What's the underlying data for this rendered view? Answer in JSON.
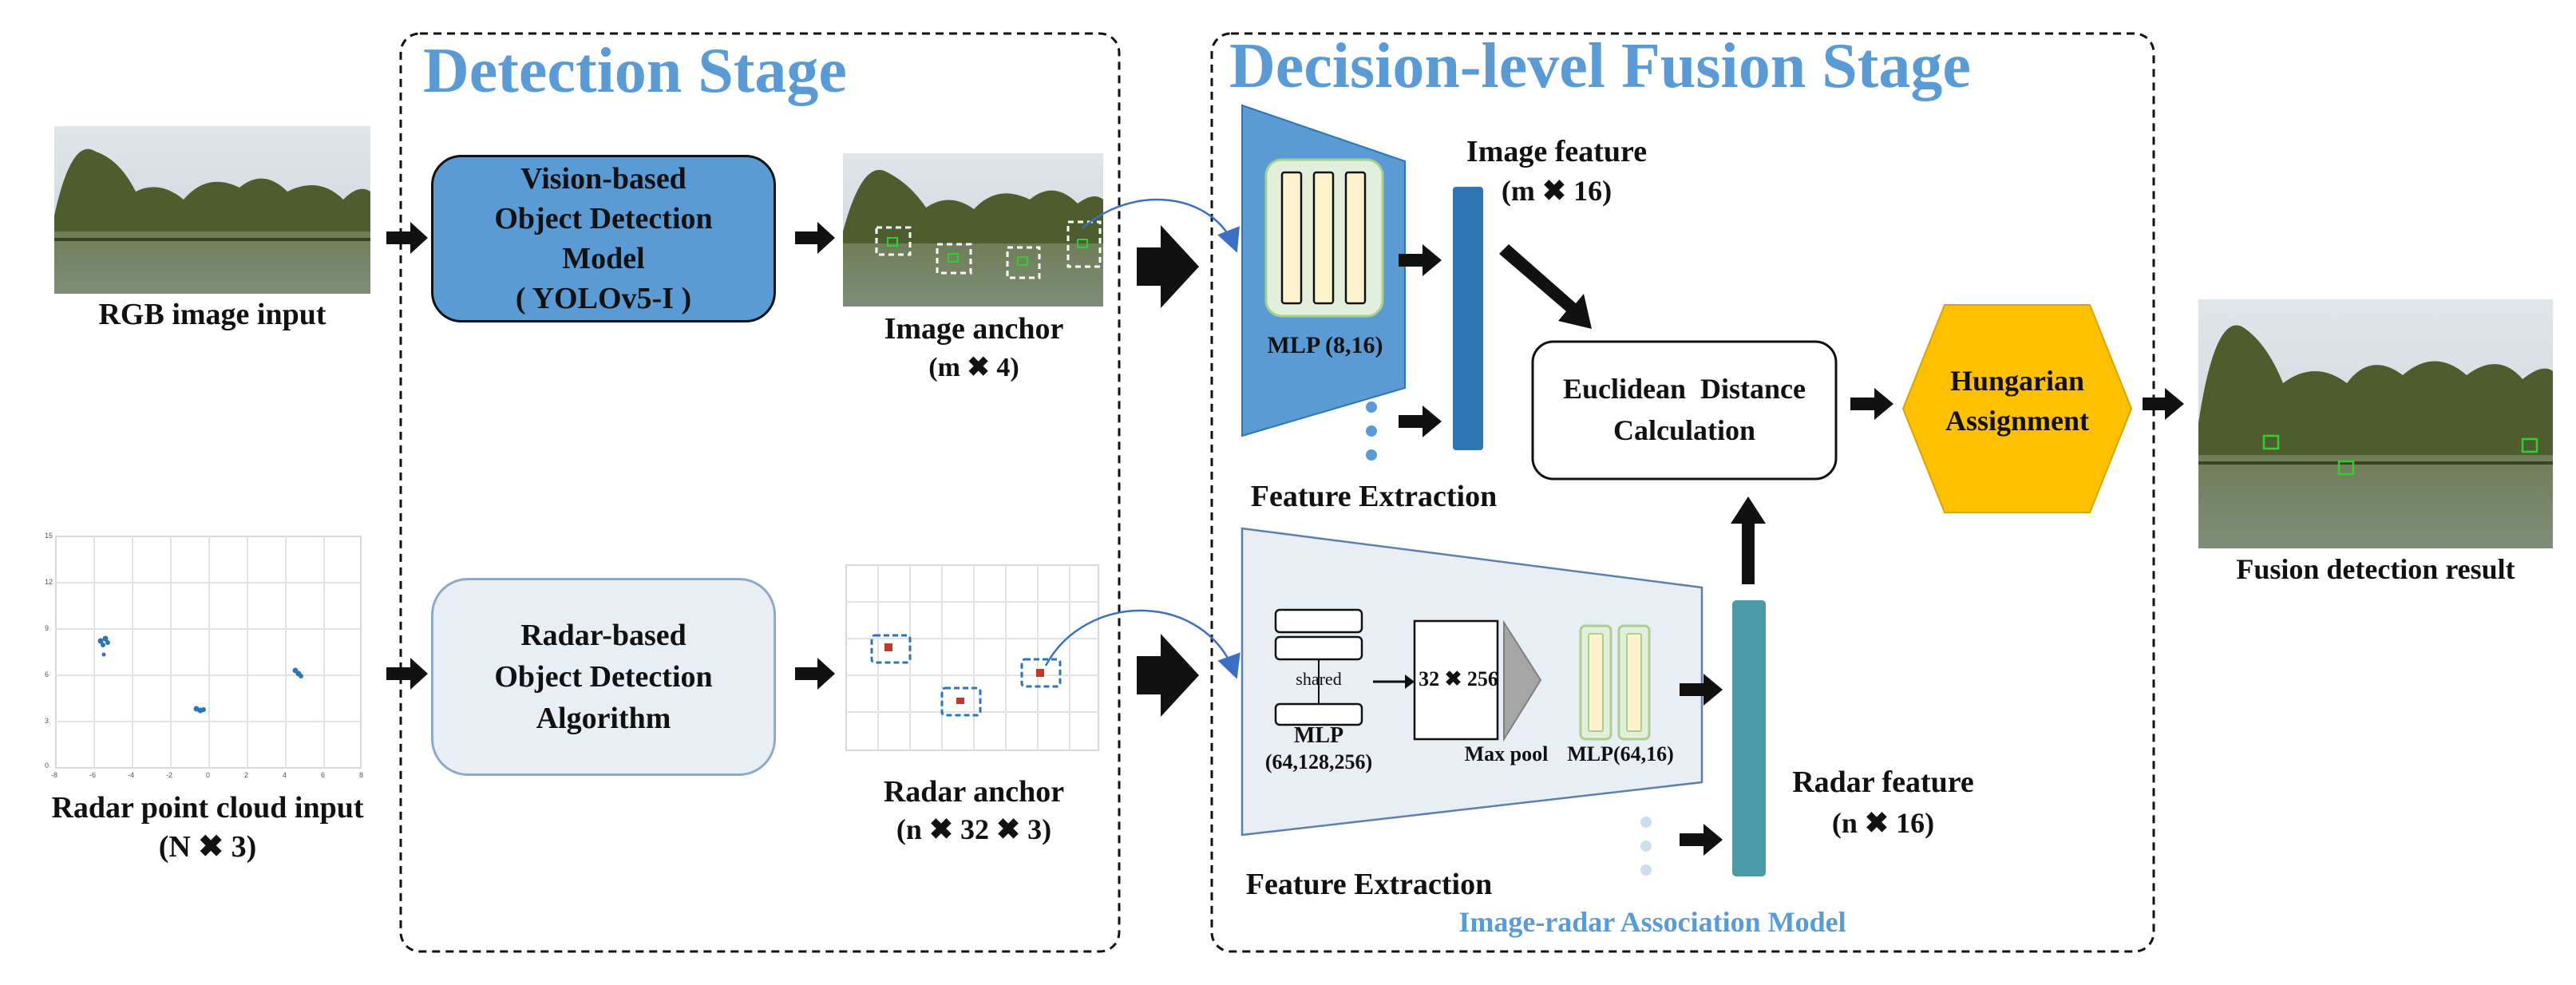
{
  "stages": {
    "detection": "Detection Stage",
    "fusion": "Decision-level Fusion Stage"
  },
  "inputs": {
    "rgb_label": "RGB image input",
    "radar_label_line1": "Radar point cloud input",
    "radar_label_line2": "(N ✖ 3)"
  },
  "detection": {
    "vision_model_lines": [
      "Vision-based",
      "Object Detection",
      "Model",
      "( YOLOv5-I )"
    ],
    "radar_model_lines": [
      "Radar-based",
      "Object Detection",
      "Algorithm"
    ],
    "image_anchor_line1": "Image anchor",
    "image_anchor_line2": "(m ✖ 4)",
    "radar_anchor_line1": "Radar anchor",
    "radar_anchor_line2": "(n ✖ 32 ✖ 3)"
  },
  "fusion": {
    "image_mlp": "MLP (8,16)",
    "image_feature_line1": "Image feature",
    "image_feature_line2": "(m ✖ 16)",
    "feature_extraction_top": "Feature Extraction",
    "feature_extraction_bottom": "Feature Extraction",
    "shared": "shared",
    "radar_mlp_line1": "MLP",
    "radar_mlp_line2": "(64,128,256)",
    "matrix": "32 ✖ 256",
    "max_pool": "Max pool",
    "radar_mlp2": "MLP(64,16)",
    "radar_feature_line1": "Radar feature",
    "radar_feature_line2": "(n ✖ 16)",
    "euclidean_line1": "Euclidean  Distance",
    "euclidean_line2": "Calculation",
    "hungarian_line1": "Hungarian",
    "hungarian_line2": "Assignment",
    "association_model": "Image-radar Association Model"
  },
  "output": {
    "label": "Fusion detection result"
  },
  "radar_plot_ticks": {
    "y": [
      "15",
      "12",
      "9",
      "6",
      "3",
      "0"
    ],
    "x": [
      "-8",
      "-6",
      "-4",
      "-2",
      "0",
      "2",
      "4",
      "6",
      "8"
    ]
  },
  "colors": {
    "stage_title": "#5b9bd5",
    "vision_box": "#5b9bd5",
    "radar_box": "#e9eef5",
    "image_feature_bar": "#2e75b6",
    "radar_feature_bar": "#4a9aa8",
    "hungarian": "#ffc000",
    "mlp_green": "#e2efda",
    "mlp_cream": "#fff2cc"
  }
}
